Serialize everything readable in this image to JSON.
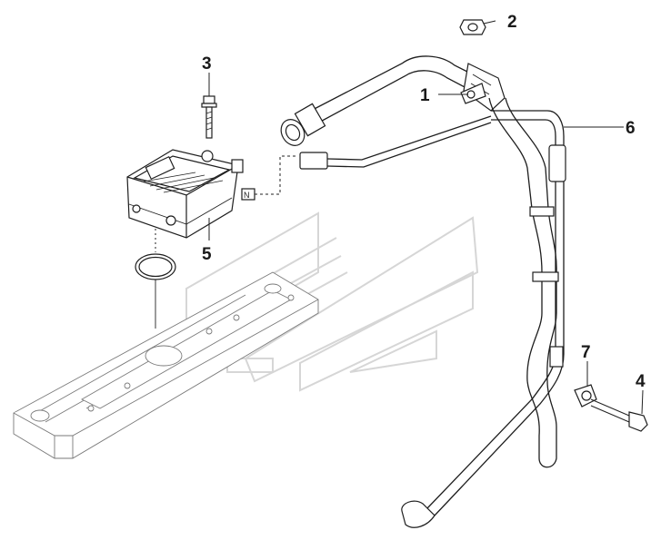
{
  "diagram": {
    "callouts": [
      {
        "id": "1",
        "label": "1"
      },
      {
        "id": "2",
        "label": "2"
      },
      {
        "id": "3",
        "label": "3"
      },
      {
        "id": "4",
        "label": "4"
      },
      {
        "id": "5",
        "label": "5"
      },
      {
        "id": "6",
        "label": "6"
      },
      {
        "id": "7",
        "label": "7"
      }
    ],
    "module_label": "N"
  }
}
